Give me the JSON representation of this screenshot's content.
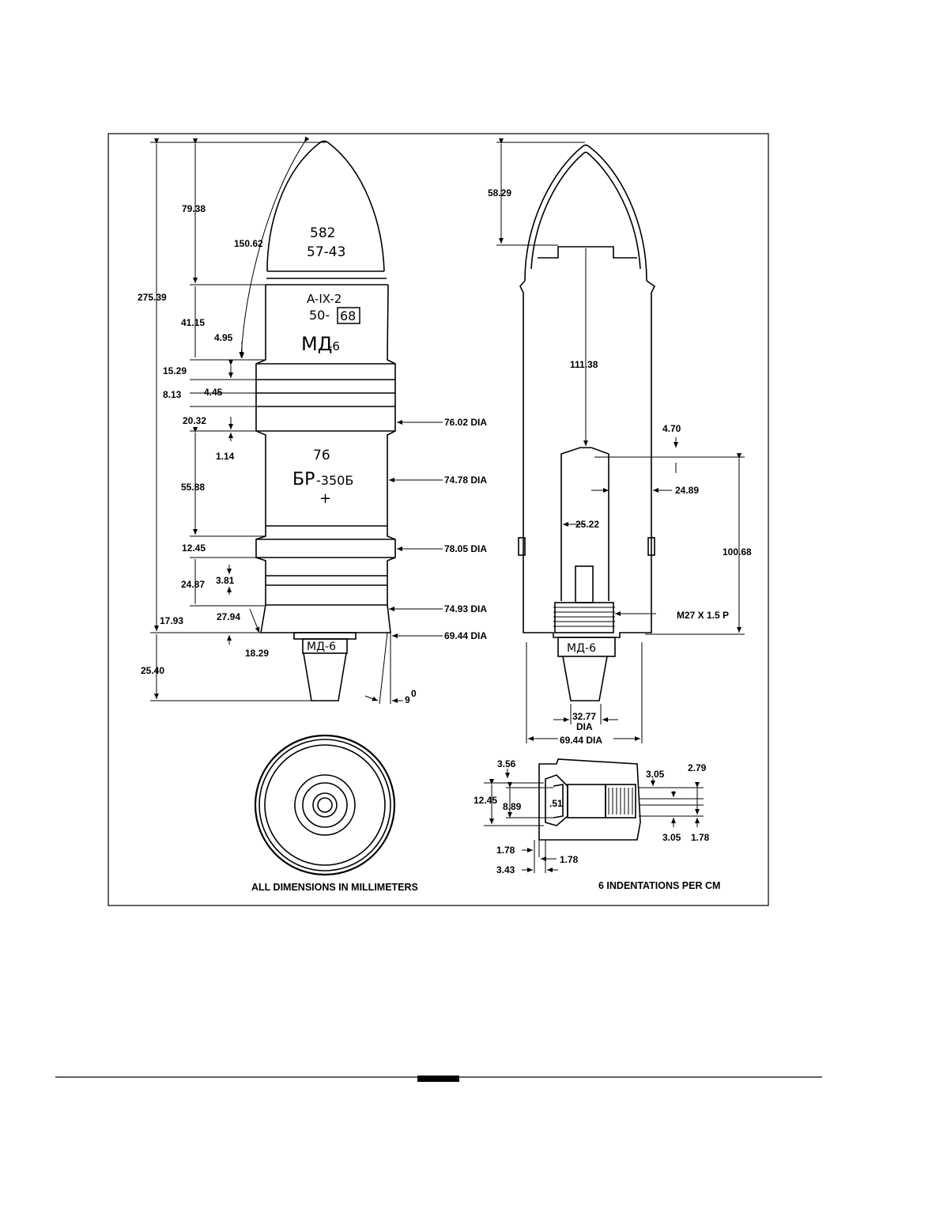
{
  "left_view": {
    "stencil": {
      "nose_1": "582",
      "nose_2": "57-43",
      "band_1": "A-IX-2",
      "band_2_prefix": "50-",
      "band_2_boxed": "68",
      "band_3_main": "МД",
      "band_3_small": "-6",
      "body_1": "76",
      "body_2_main": "БР",
      "body_2_small": "-350Б",
      "body_3": "+",
      "fuze": "МД-6"
    },
    "dimensions": {
      "nose_height": "79.38",
      "ogive_radius": "150.62",
      "overall_length": "275.39",
      "band_section": "41.15",
      "offset_a": "4.95",
      "band_a": "15.29",
      "band_b": "4.45",
      "band_c": "8.13",
      "band_d": "20.32",
      "band_e": "1.14",
      "body_len": "55.88",
      "rot_band": "12.45",
      "band_f": "3.81",
      "lower_len": "24.87",
      "base_taper_len": "27.94",
      "base_step": "17.93",
      "base_offset": "18.29",
      "tracer_len": "25.40",
      "angle": "9",
      "angle_unit": "0",
      "dia_upper": "76.02 DIA",
      "dia_body": "74.78 DIA",
      "dia_band": "78.05 DIA",
      "dia_lower": "74.93 DIA",
      "dia_base": "69.44 DIA"
    }
  },
  "right_view": {
    "stencil": {
      "fuze": "МД-6"
    },
    "dimensions": {
      "cap_height": "58.29",
      "cavity_depth": "111.38",
      "wall_a": "4.70",
      "wall_b": "24.89",
      "core_dia": "25.22",
      "core_len": "100.68",
      "thread": "M27 X 1.5 P",
      "tracer_dia_1": "32.77",
      "tracer_dia_2": "DIA",
      "base_dia": "69.44 DIA"
    }
  },
  "band_detail": {
    "dimensions": {
      "d1": "3.56",
      "d2": "12.45",
      "d3": "8.89",
      "d4": ".51",
      "d5": "3.05",
      "d6": "2.79",
      "d7": "3.05",
      "d8": "1.78",
      "d9": "1.78",
      "d10": "1.78",
      "d11": "3.43"
    },
    "caption": "6 INDENTATIONS PER CM"
  },
  "base_view": {
    "caption": "ALL DIMENSIONS IN MILLIMETERS"
  }
}
